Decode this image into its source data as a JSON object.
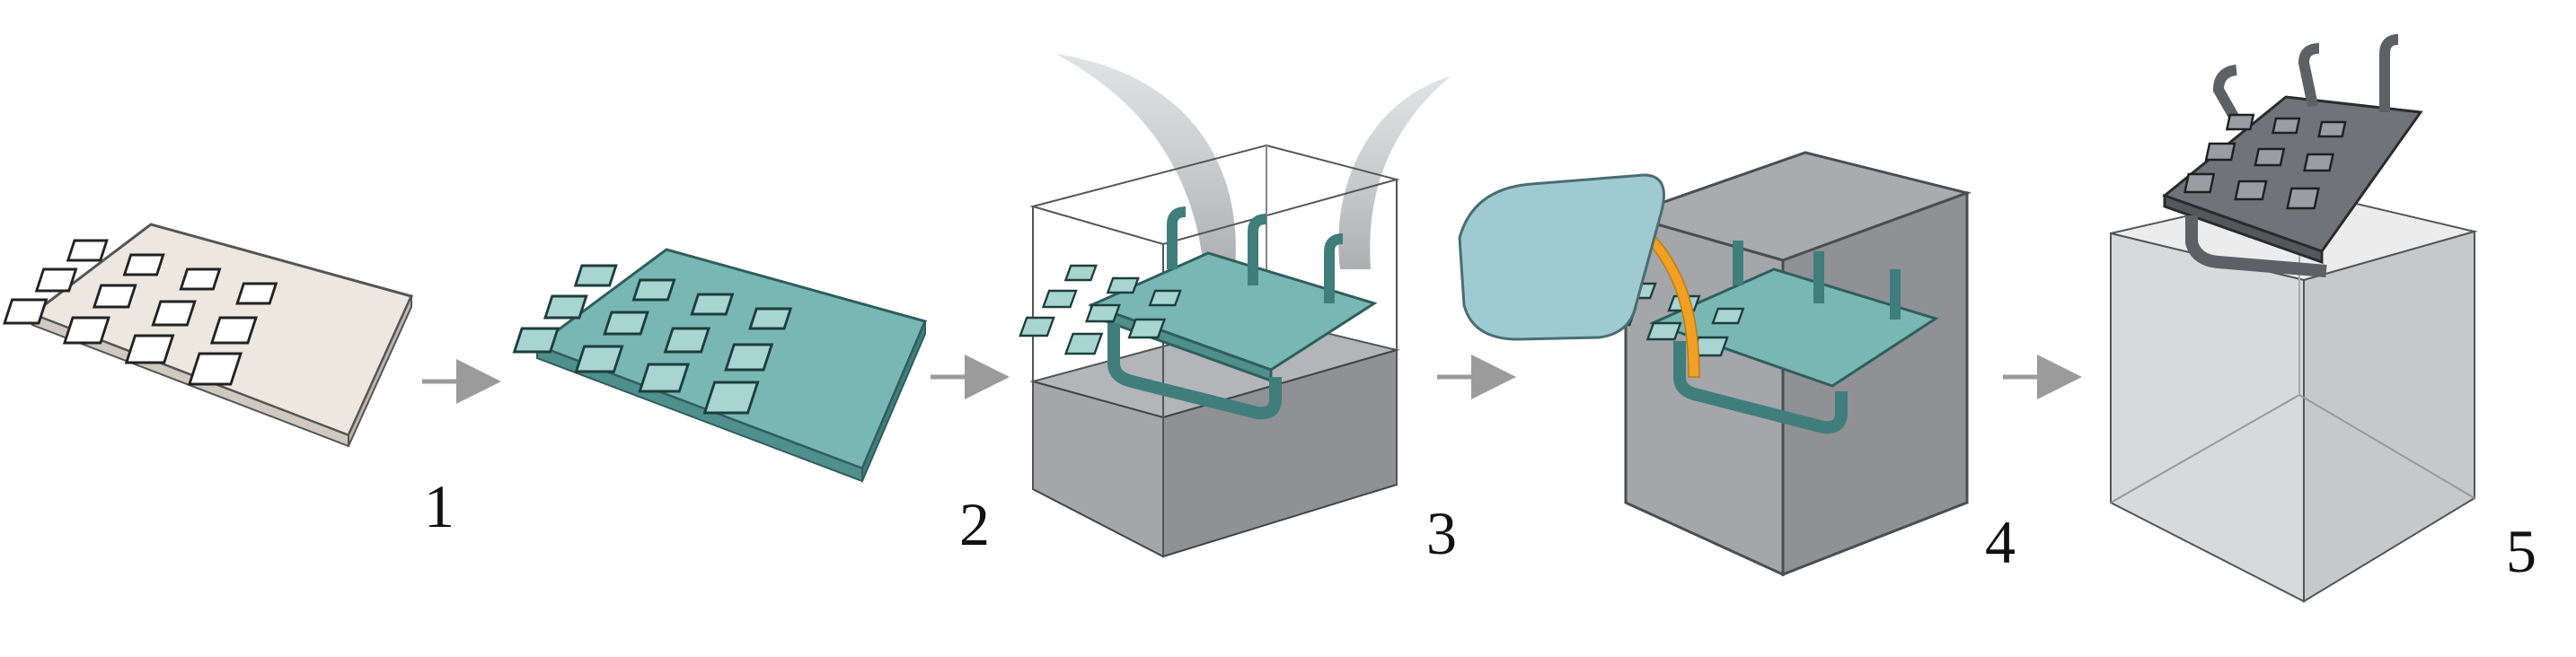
{
  "steps": [
    {
      "number": "1"
    },
    {
      "number": "2"
    },
    {
      "number": "3"
    },
    {
      "number": "4"
    },
    {
      "number": "5"
    }
  ],
  "colors": {
    "plate_white": "#ece7df",
    "plate_teal": "#79b7b4",
    "teal_dark": "#3f7e7b",
    "tank_fill": "#a9abae",
    "tank_line": "#4c4d50",
    "jug": "#9fcad0",
    "pour": "#f0a024",
    "cast_grey": "#707377",
    "arrow": "#9b9b9b",
    "smoke": "#b9bbbe"
  }
}
